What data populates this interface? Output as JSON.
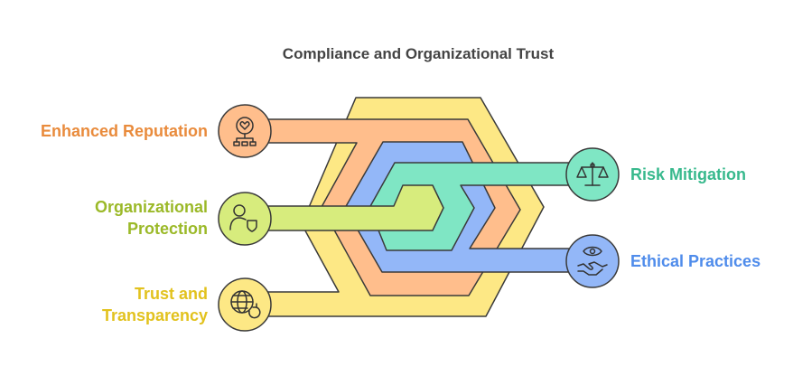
{
  "title": "Compliance and Organizational Trust",
  "colors": {
    "yellow": "#FDE885",
    "orange": "#FFBE8C",
    "blue": "#93B7F8",
    "green": "#7FE6C4",
    "lime": "#D7EC7D",
    "stroke": "#3a3a3a",
    "text_orange": "#E98B3C",
    "text_lime": "#9BB928",
    "text_yellow": "#E2C21E",
    "text_green": "#38B98D",
    "text_blue": "#4F8CEB"
  },
  "items": {
    "enhanced_reputation": {
      "label": "Enhanced Reputation",
      "icon": "person-heart-icon"
    },
    "organizational_protection": {
      "label_line1": "Organizational",
      "label_line2": "Protection",
      "icon": "person-shield-icon"
    },
    "trust_transparency": {
      "label_line1": "Trust and",
      "label_line2": "Transparency",
      "icon": "globe-refresh-icon"
    },
    "risk_mitigation": {
      "label": "Risk Mitigation",
      "icon": "scales-icon"
    },
    "ethical_practices": {
      "label": "Ethical Practices",
      "icon": "eye-handshake-icon"
    }
  }
}
